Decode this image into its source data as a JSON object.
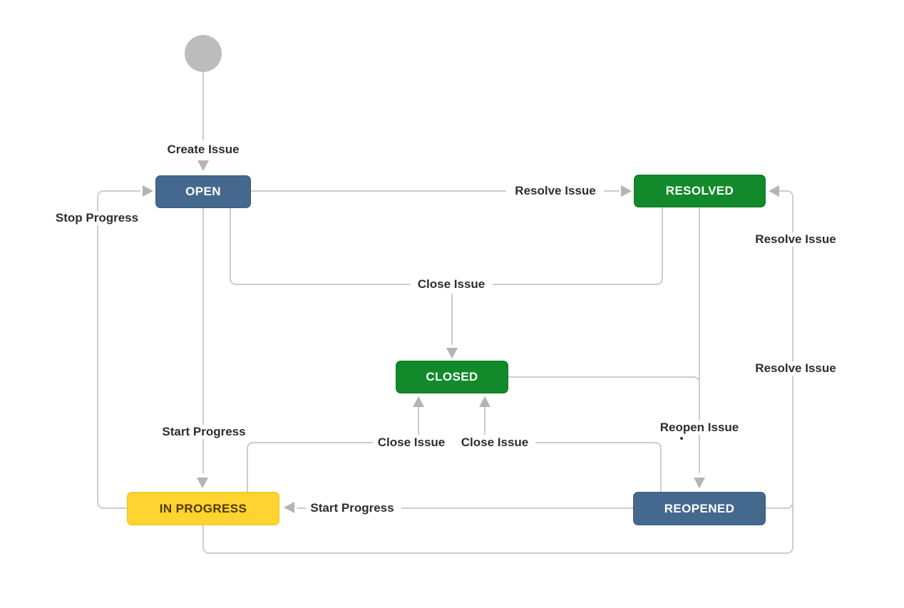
{
  "diagram": {
    "kind": "jira-issue-workflow",
    "background": "#ffffff"
  },
  "nodes": {
    "start": {
      "shape": "circle",
      "color": "#bcbcbc"
    },
    "open": {
      "label": "OPEN",
      "color": "#44688E",
      "text_color": "#ffffff"
    },
    "resolved": {
      "label": "RESOLVED",
      "color": "#12892A",
      "text_color": "#ffffff"
    },
    "closed": {
      "label": "CLOSED",
      "color": "#12892A",
      "text_color": "#ffffff"
    },
    "in_progress": {
      "label": "IN PROGRESS",
      "color": "#FFD330",
      "text_color": "#4C3B07"
    },
    "reopened": {
      "label": "REOPENED",
      "color": "#44688E",
      "text_color": "#ffffff"
    }
  },
  "transitions": {
    "create_issue": {
      "label": "Create Issue"
    },
    "resolve_from_open": {
      "label": "Resolve Issue"
    },
    "stop_progress": {
      "label": "Stop Progress"
    },
    "close_from_open_resolved": {
      "label": "Close Issue"
    },
    "resolve_right_upper": {
      "label": "Resolve Issue"
    },
    "resolve_right_lower": {
      "label": "Resolve Issue"
    },
    "reopen_issue": {
      "label": "Reopen Issue"
    },
    "start_progress_from_open": {
      "label": "Start Progress"
    },
    "close_from_in_progress": {
      "label": "Close Issue"
    },
    "close_from_reopened": {
      "label": "Close Issue"
    },
    "start_progress_from_reopened": {
      "label": "Start Progress"
    }
  },
  "colors": {
    "connector_line": "#cccccc",
    "arrowhead": "#b4b4b4",
    "label_text": "#2d2d2d",
    "status_blue": "#44688E",
    "status_green": "#12892A",
    "status_yellow": "#FFD330"
  }
}
